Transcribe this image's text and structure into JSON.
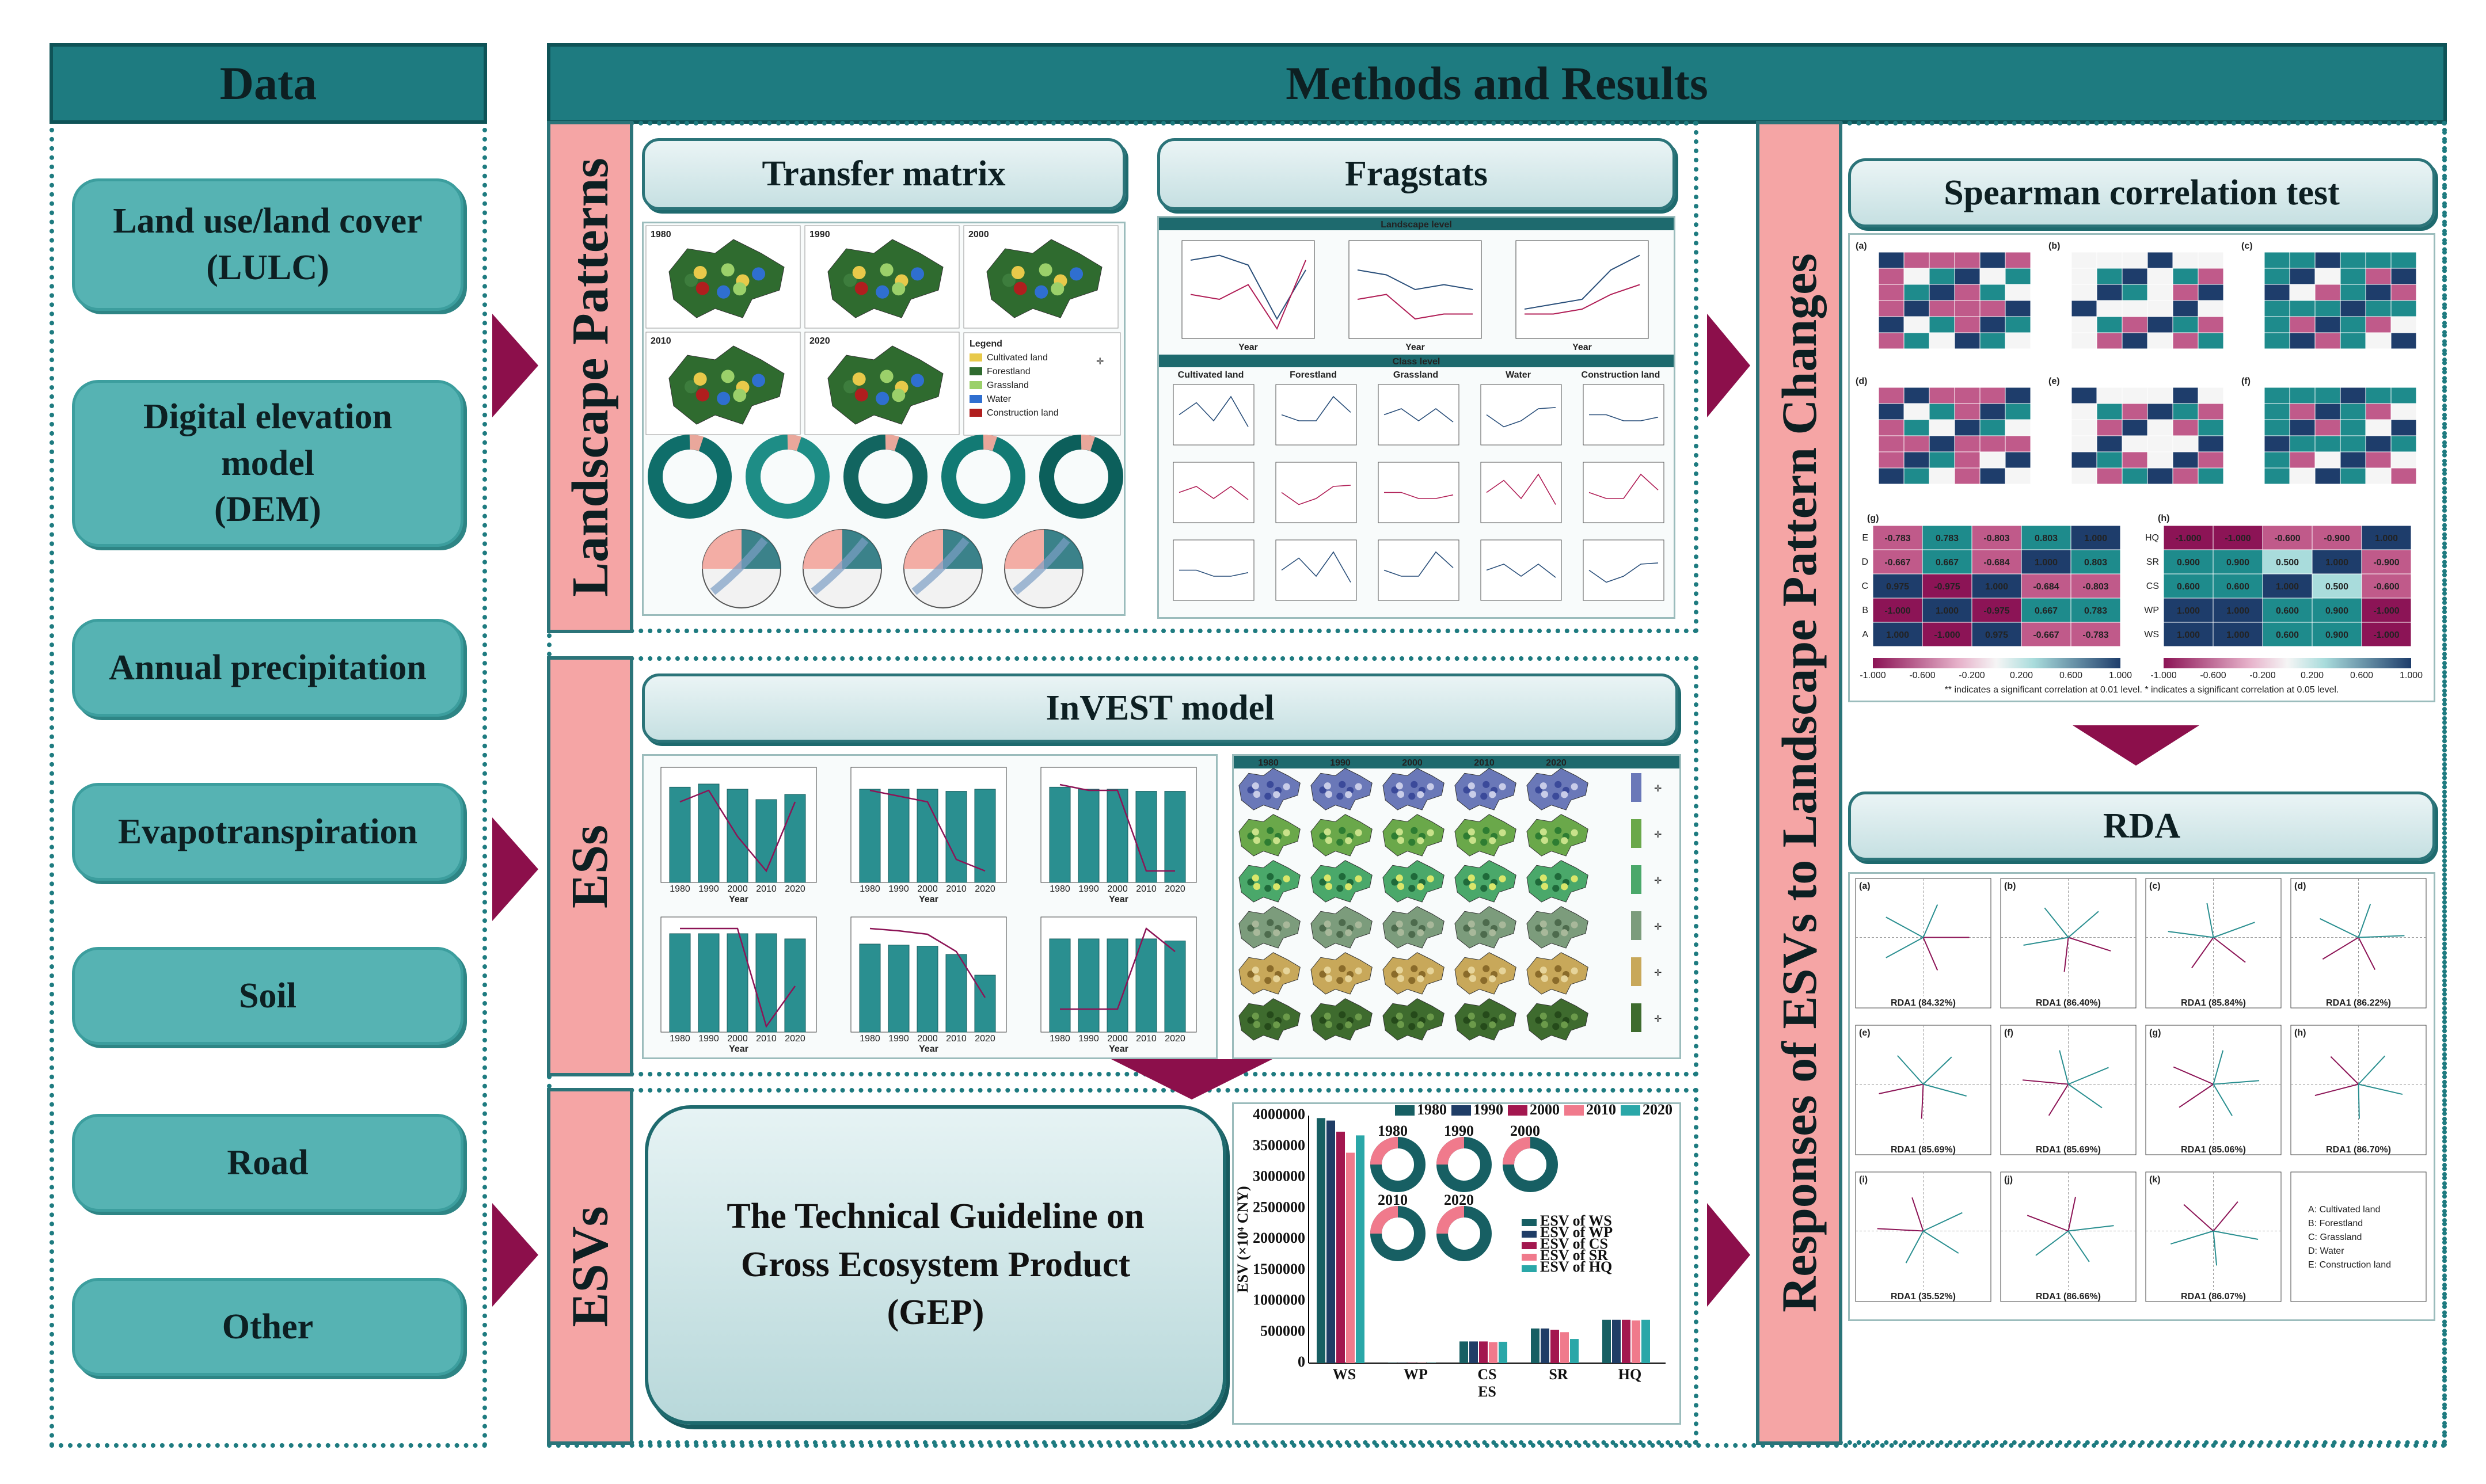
{
  "headers": {
    "data": "Data",
    "methods": "Methods and Results"
  },
  "data_items": [
    "Land use/land cover\n(LULC)",
    "Digital elevation\nmodel\n(DEM)",
    "Annual precipitation",
    "Evapotranspiration",
    "Soil",
    "Road",
    "Other"
  ],
  "sections": {
    "landscape": "Landscape Patterns",
    "ess": "ESs",
    "esvs": "ESVs",
    "responses": "Responses of ESVs to Landscape Pattern Changes"
  },
  "panels": {
    "transfer_matrix": "Transfer matrix",
    "fragstats": "Fragstats",
    "invest": "InVEST model",
    "spearman": "Spearman correlation test",
    "rda": "RDA",
    "gep": "The Technical Guideline on\nGross Ecosystem Product\n(GEP)"
  },
  "transfer": {
    "years": [
      "1980",
      "1990",
      "2000",
      "2010",
      "2020"
    ],
    "legend_title": "Legend",
    "legend": [
      {
        "label": "Cultivated land",
        "color": "#e8c94a"
      },
      {
        "label": "Forestland",
        "color": "#2f6b2f"
      },
      {
        "label": "Grassland",
        "color": "#9bd06a"
      },
      {
        "label": "Water",
        "color": "#2f6fd0"
      },
      {
        "label": "Construction land",
        "color": "#b01e1e"
      }
    ]
  },
  "fragstats": {
    "landscape_level": "Landscape level",
    "class_level": "Class level",
    "classes": [
      "Cultivated land",
      "Forestland",
      "Grassland",
      "Water",
      "Construction land"
    ],
    "year_label": "Year"
  },
  "invest": {
    "year_label": "Year",
    "years": [
      "1980",
      "1990",
      "2000",
      "2010",
      "2020"
    ]
  },
  "spearman": {
    "panel_labels": [
      "(a)",
      "(b)",
      "(c)",
      "(d)",
      "(e)",
      "(f)",
      "(g)",
      "(h)"
    ],
    "g_rows": [
      "E",
      "D",
      "C",
      "B",
      "A"
    ],
    "g_values": [
      [
        "-0.783",
        "0.783",
        "-0.803",
        "0.803",
        "1.000"
      ],
      [
        "-0.667",
        "0.667",
        "-0.684",
        "1.000",
        "0.803"
      ],
      [
        "0.975",
        "-0.975",
        "1.000",
        "-0.684",
        "-0.803"
      ],
      [
        "-1.000",
        "1.000",
        "-0.975",
        "0.667",
        "0.783"
      ],
      [
        "1.000",
        "-1.000",
        "0.975",
        "-0.667",
        "-0.783"
      ]
    ],
    "h_rows": [
      "HQ",
      "SR",
      "CS",
      "WP",
      "WS"
    ],
    "h_values": [
      [
        "-1.000",
        "-1.000",
        "-0.600",
        "-0.900",
        "1.000"
      ],
      [
        "0.900",
        "0.900",
        "0.500",
        "1.000",
        "-0.900"
      ],
      [
        "0.600",
        "0.600",
        "1.000",
        "0.500",
        "-0.600"
      ],
      [
        "1.000",
        "1.000",
        "0.600",
        "0.900",
        "-1.000"
      ],
      [
        "1.000",
        "1.000",
        "0.600",
        "0.900",
        "-1.000"
      ]
    ],
    "scale_ticks": [
      "-1.000",
      "-0.600",
      "-0.200",
      "0.200",
      "0.600",
      "1.000"
    ],
    "note": "** indicates a significant correlation at 0.01 level. * indicates a significant correlation at 0.05 level."
  },
  "rda": {
    "panel_labels": [
      "(a)",
      "(b)",
      "(c)",
      "(d)",
      "(e)",
      "(f)",
      "(g)",
      "(h)",
      "(i)",
      "(j)",
      "(k)"
    ],
    "x_labels": [
      "RDA1 (84.32%)",
      "RDA1 (86.40%)",
      "RDA1 (85.84%)",
      "RDA1 (86.22%)",
      "RDA1 (85.69%)",
      "RDA1 (85.69%)",
      "RDA1 (85.06%)",
      "RDA1 (86.70%)",
      "RDA1 (35.52%)",
      "RDA1 (86.66%)",
      "RDA1 (86.07%)"
    ],
    "legend": [
      "A: Cultivated land",
      "B: Forestland",
      "C: Grassland",
      "D: Water",
      "E: Construction land"
    ]
  },
  "esv_chart": {
    "years": [
      "1980",
      "1990",
      "2000",
      "2010",
      "2020"
    ],
    "donut_years": [
      "1980",
      "1990",
      "2000",
      "2010",
      "2020"
    ],
    "legend": [
      "ESV of WS",
      "ESV of WP",
      "ESV of CS",
      "ESV of SR",
      "ESV of HQ"
    ]
  },
  "chart_data": {
    "type": "bar",
    "categories": [
      "WS",
      "WP",
      "CS",
      "SR",
      "HQ"
    ],
    "series": [
      {
        "name": "1980",
        "values": [
          3960000,
          5000,
          350000,
          560000,
          700000
        ]
      },
      {
        "name": "1990",
        "values": [
          3920000,
          5000,
          350000,
          560000,
          700000
        ]
      },
      {
        "name": "2000",
        "values": [
          3740000,
          5000,
          350000,
          540000,
          700000
        ]
      },
      {
        "name": "2010",
        "values": [
          3400000,
          5000,
          340000,
          500000,
          690000
        ]
      },
      {
        "name": "2020",
        "values": [
          3680000,
          5000,
          345000,
          390000,
          700000
        ]
      }
    ],
    "xlabel": "ES",
    "ylabel": "ESV (×10⁴ CNY)",
    "ylim": [
      0,
      4000000
    ],
    "yticks": [
      "0",
      "500000",
      "1000000",
      "1500000",
      "2000000",
      "2500000",
      "3000000",
      "3500000",
      "4000000"
    ],
    "colors": [
      "#175f63",
      "#1f3d66",
      "#a3174f",
      "#f07a8c",
      "#2aa7a8"
    ]
  }
}
